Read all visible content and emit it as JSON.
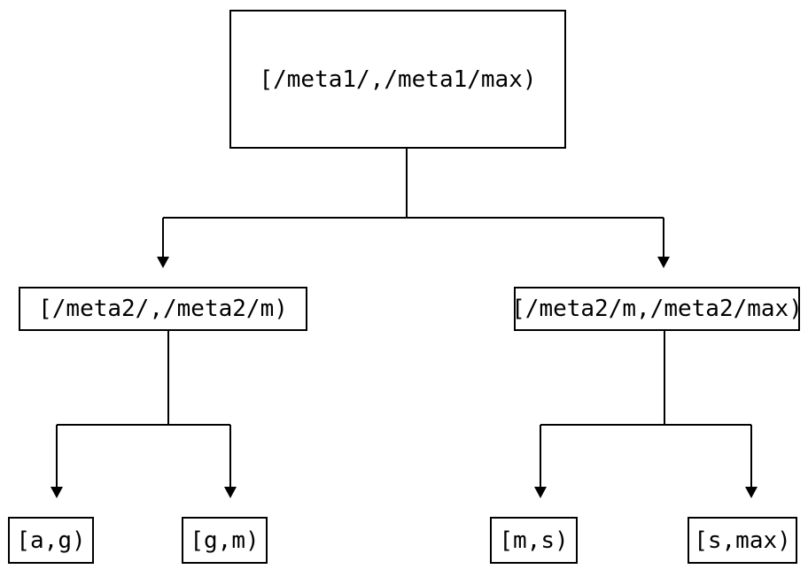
{
  "diagram": {
    "type": "tree",
    "orientation": "top-down",
    "background_color": "#ffffff",
    "line_color": "#000000",
    "box_border_color": "#000000",
    "box_fill_color": "#ffffff",
    "arrow_style": "solid-filled-triangle-down",
    "levels": 3,
    "nodes": {
      "root": {
        "label": "[/meta1/,/meta1/max)",
        "level": 0
      },
      "mid_left": {
        "label": "[/meta2/,/meta2/m)",
        "level": 1
      },
      "mid_right": {
        "label": "[/meta2/m,/meta2/max)",
        "level": 1
      },
      "leaf_1": {
        "label": "[a,g)",
        "level": 2
      },
      "leaf_2": {
        "label": "[g,m)",
        "level": 2
      },
      "leaf_3": {
        "label": "[m,s)",
        "level": 2
      },
      "leaf_4": {
        "label": "[s,max)",
        "level": 2
      }
    },
    "edges": [
      {
        "from": "root",
        "to": "mid_left"
      },
      {
        "from": "root",
        "to": "mid_right"
      },
      {
        "from": "mid_left",
        "to": "leaf_1"
      },
      {
        "from": "mid_left",
        "to": "leaf_2"
      },
      {
        "from": "mid_right",
        "to": "leaf_3"
      },
      {
        "from": "mid_right",
        "to": "leaf_4"
      }
    ]
  }
}
